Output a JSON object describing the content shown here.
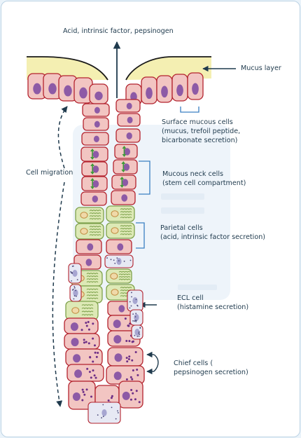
{
  "colors": {
    "cell_fill": "#f2c5c2",
    "cell_stroke": "#b3232e",
    "nucleus": "#8d5aa6",
    "parietal_fill": "#dde9b6",
    "parietal_stroke": "#7ea24c",
    "mucus": "#f4efb2",
    "pointer": "#1f3a4d",
    "ecl_fill": "#e7e9f4",
    "chief_granule": "#6d2e86",
    "arrow_green": "#3f9a3a"
  },
  "labels": {
    "top_secretions": "Acid, intrinsic factor, pepsinogen",
    "mucus_layer": "Mucus layer",
    "surface_mucous_cells": "Surface mucous cells\n(mucus, trefoil peptide,\n bicarbonate secretion)",
    "cell_migration": "Cell migration",
    "mucous_neck_cells": "Mucous neck cells\n(stem cell compartment)",
    "parietal_cells": "Parietal cells\n(acid, intrinsic factor secretion)",
    "ecl_cell": "ECL cell\n(histamine secretion)",
    "chief_cells": "Chief cells (\npepsinogen secretion)"
  }
}
